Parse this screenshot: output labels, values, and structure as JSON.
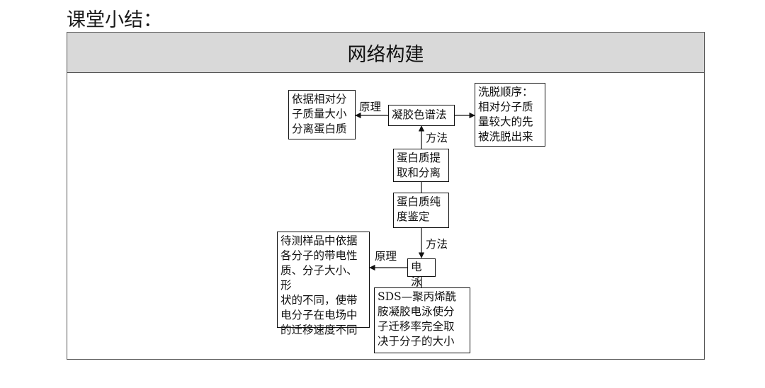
{
  "heading": "课堂小结：",
  "panel": {
    "title": "网络构建"
  },
  "nodes": {
    "gel": "凝胶色谱法",
    "gel_principle": "依据相对分\n子质量大小\n分离蛋白质",
    "elution": "洗脱顺序：\n相对分子质\n量较大的先\n被洗脱出来",
    "extract": "蛋白质提\n取和分离",
    "purity": "蛋白质纯\n度鉴定",
    "electro": "电泳",
    "electro_principle": "待测样品中依据\n各分子的带电性\n质、分子大小、形\n状的不同，使带\n电分子在电场中\n的迁移速度不同",
    "sds": "SDS—聚丙烯酰\n胺凝胶电泳使分\n子迁移率完全取\n决于分子的大小"
  },
  "labels": {
    "principle_top": "原理",
    "method_top": "方法",
    "method_bottom": "方法",
    "principle_bottom": "原理"
  }
}
